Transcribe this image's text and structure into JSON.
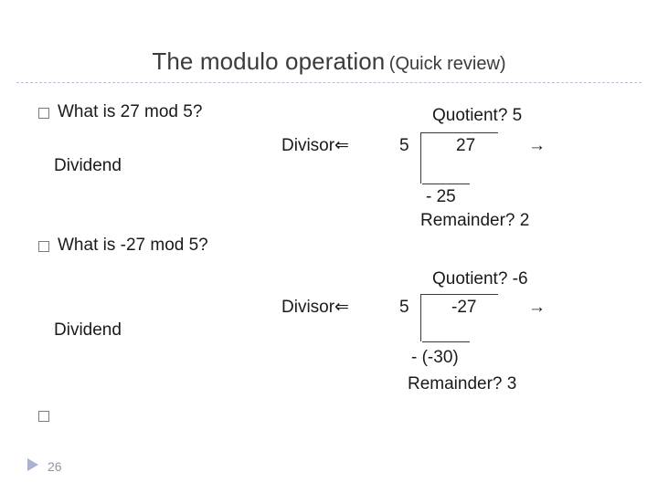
{
  "slide": {
    "title": {
      "main": "The modulo operation",
      "sub": "(Quick review)"
    },
    "bullets": [
      {
        "text": "What is 27 mod 5?"
      },
      {
        "text": "What is -27 mod 5?"
      },
      {
        "text": ""
      }
    ],
    "examples": [
      {
        "dividend_label": "Dividend",
        "divisor_label": "Divisor⇐",
        "divisor_value": "5",
        "dividend_value": "27",
        "quotient_label": "Quotient? 5",
        "quotient_arrow": "→",
        "subtraction": "- 25",
        "remainder_label": "Remainder? 2"
      },
      {
        "dividend_label": "Dividend",
        "divisor_label": "Divisor⇐",
        "divisor_value": "5",
        "dividend_value": "-27",
        "quotient_label": "Quotient? -6",
        "quotient_arrow": "→",
        "subtraction": "- (-30)",
        "remainder_label": "Remainder? 3"
      }
    ],
    "footer": {
      "page_number": "26"
    },
    "colors": {
      "title": "#3b3b3b",
      "rule": "#b9bfd4",
      "footer": "#8f96ad",
      "body": "#1a1a1a"
    }
  }
}
